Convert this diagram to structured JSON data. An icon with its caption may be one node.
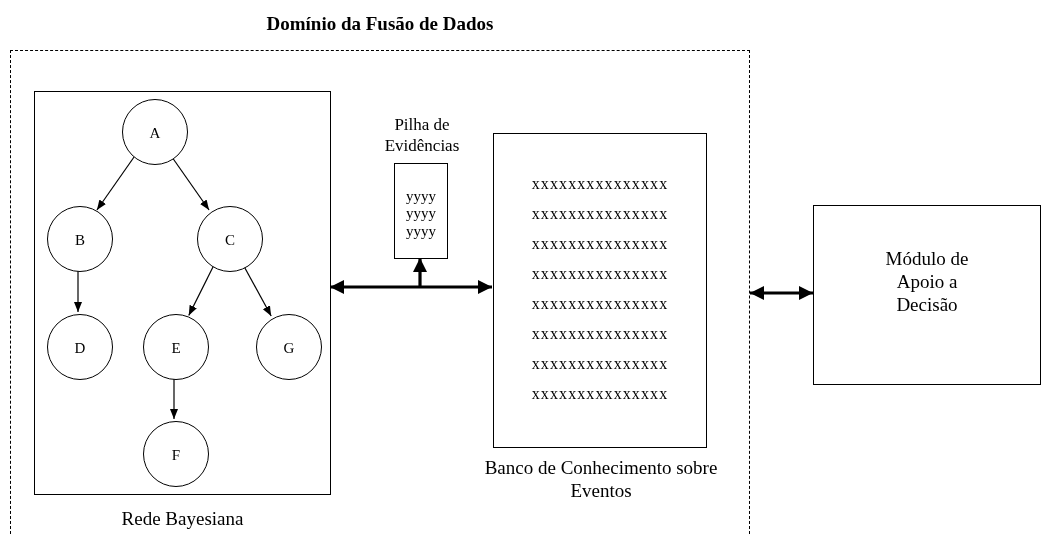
{
  "diagram": {
    "nodes": [
      {
        "text": [
          "Domínio da Fusão de Dados"
        ]
      },
      {
        "text": [
          "Rede Bayesiana"
        ],
        "in": 0
      },
      {
        "text": [
          "A"
        ],
        "in": 1
      },
      {
        "text": [
          "B"
        ],
        "in": 1
      },
      {
        "text": [
          "C"
        ],
        "in": 1
      },
      {
        "text": [
          "D"
        ],
        "in": 1
      },
      {
        "text": [
          "E"
        ],
        "in": 1
      },
      {
        "text": [
          "G"
        ],
        "in": 1
      },
      {
        "text": [
          "F"
        ],
        "in": 1
      },
      {
        "text": [
          "Pilha de Evidências",
          "yyyy yyyy yyyy"
        ],
        "in": 0
      },
      {
        "text": [
          "xxxxxxxxxxxxxxx xxxxxxxxxxxxxxx xxxxxxxxxxxxxxx xxxxxxxxxxxxxxx xxxxxxxxxxxxxxx xxxxxxxxxxxxxxx xxxxxxxxxxxxxxx xxxxxxxxxxxxxxx",
          "Banco de Conhecimento sobre Eventos"
        ],
        "in": 0
      },
      {
        "text": [
          "Módulo de Apoio a Decisão"
        ]
      }
    ],
    "edges": [
      {
        "from": 2,
        "to": 3,
        "arrow": "to"
      },
      {
        "from": 2,
        "to": 4,
        "arrow": "to"
      },
      {
        "from": 3,
        "to": 5,
        "arrow": "to"
      },
      {
        "from": 4,
        "to": 6,
        "arrow": "to"
      },
      {
        "from": 4,
        "to": 7,
        "arrow": "to"
      },
      {
        "from": 6,
        "to": 8,
        "arrow": "to"
      },
      {
        "from": 1,
        "to": 10,
        "arrow": "both",
        "style": "thick"
      },
      {
        "from": null,
        "to": 9,
        "arrow": "to",
        "style": "thick"
      },
      {
        "from": 0,
        "to": 11,
        "arrow": "both",
        "style": "thick"
      }
    ]
  }
}
